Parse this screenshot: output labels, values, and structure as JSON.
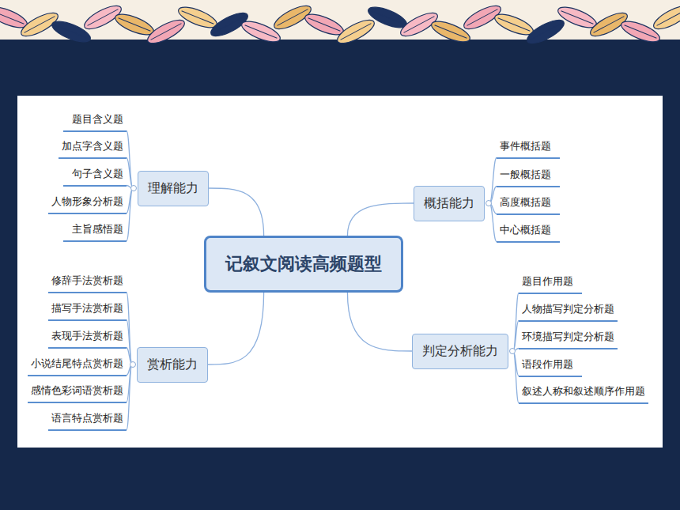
{
  "diagram": {
    "nodes": [
      {
        "text": [
          "记叙文阅读高频题型"
        ]
      },
      {
        "text": [
          "理解能力"
        ]
      },
      {
        "text": [
          "题目含义题"
        ]
      },
      {
        "text": [
          "加点字含义题"
        ]
      },
      {
        "text": [
          "句子含义题"
        ]
      },
      {
        "text": [
          "人物形象分析题"
        ]
      },
      {
        "text": [
          "主旨感悟题"
        ]
      },
      {
        "text": [
          "概括能力"
        ]
      },
      {
        "text": [
          "事件概括题"
        ]
      },
      {
        "text": [
          "一般概括题"
        ]
      },
      {
        "text": [
          "高度概括题"
        ]
      },
      {
        "text": [
          "中心概括题"
        ]
      },
      {
        "text": [
          "赏析能力"
        ]
      },
      {
        "text": [
          "修辞手法赏析题"
        ]
      },
      {
        "text": [
          "描写手法赏析题"
        ]
      },
      {
        "text": [
          "表现手法赏析题"
        ]
      },
      {
        "text": [
          "小说结尾特点赏析题"
        ]
      },
      {
        "text": [
          "感情色彩词语赏析题"
        ]
      },
      {
        "text": [
          "语言特点赏析题"
        ]
      },
      {
        "text": [
          "判定分析能力"
        ]
      },
      {
        "text": [
          "题目作用题"
        ]
      },
      {
        "text": [
          "人物描写判定分析题"
        ]
      },
      {
        "text": [
          "环境描写判定分析题"
        ]
      },
      {
        "text": [
          "语段作用题"
        ]
      },
      {
        "text": [
          "叙述人称和叙述顺序作用题"
        ]
      }
    ],
    "edges": [
      {
        "from": 0,
        "to": 1,
        "arrow": "none"
      },
      {
        "from": 1,
        "to": 2,
        "arrow": "none"
      },
      {
        "from": 1,
        "to": 3,
        "arrow": "none"
      },
      {
        "from": 1,
        "to": 4,
        "arrow": "none"
      },
      {
        "from": 1,
        "to": 5,
        "arrow": "none"
      },
      {
        "from": 1,
        "to": 6,
        "arrow": "none"
      },
      {
        "from": 0,
        "to": 7,
        "arrow": "none"
      },
      {
        "from": 7,
        "to": 8,
        "arrow": "none"
      },
      {
        "from": 7,
        "to": 9,
        "arrow": "none"
      },
      {
        "from": 7,
        "to": 10,
        "arrow": "none"
      },
      {
        "from": 7,
        "to": 11,
        "arrow": "none"
      },
      {
        "from": 0,
        "to": 12,
        "arrow": "none"
      },
      {
        "from": 12,
        "to": 13,
        "arrow": "none"
      },
      {
        "from": 12,
        "to": 14,
        "arrow": "none"
      },
      {
        "from": 12,
        "to": 15,
        "arrow": "none"
      },
      {
        "from": 12,
        "to": 16,
        "arrow": "none"
      },
      {
        "from": 12,
        "to": 17,
        "arrow": "none"
      },
      {
        "from": 12,
        "to": 18,
        "arrow": "none"
      },
      {
        "from": 0,
        "to": 19,
        "arrow": "none"
      },
      {
        "from": 19,
        "to": 20,
        "arrow": "none"
      },
      {
        "from": 19,
        "to": 21,
        "arrow": "none"
      },
      {
        "from": 19,
        "to": 22,
        "arrow": "none"
      },
      {
        "from": 19,
        "to": 23,
        "arrow": "none"
      },
      {
        "from": 19,
        "to": 24,
        "arrow": "none"
      }
    ]
  }
}
